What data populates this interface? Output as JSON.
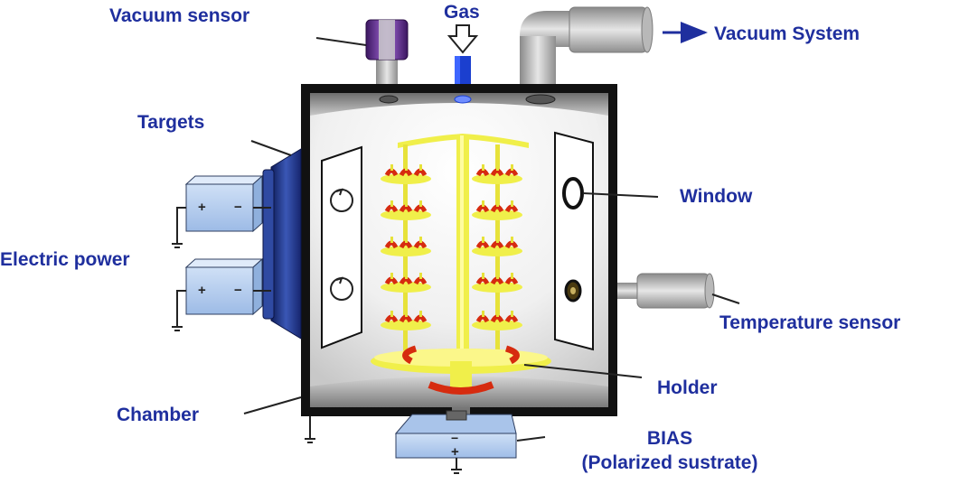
{
  "labels": {
    "vacuum_sensor": "Vacuum sensor",
    "gas": "Gas",
    "vacuum_system": "Vacuum System",
    "targets": "Targets",
    "window": "Window",
    "electric_power": "Electric power",
    "temperature_sensor": "Temperature sensor",
    "holder": "Holder",
    "chamber": "Chamber",
    "bias_line1": "BIAS",
    "bias_line2": "(Polarized sustrate)"
  },
  "power_supply_signs": {
    "plus": "+",
    "minus": "−"
  },
  "bias_signs": {
    "minus": "−",
    "plus": "+"
  },
  "colors": {
    "label_text": "#1f2f9e",
    "chamber_frame": "#111111",
    "target": "#1e2f7a",
    "holder": "#f0ef4a",
    "arrow": "#d62b0f",
    "power_box": "#bcd3f0",
    "vacuum_sensor_cap": "#6a2a9a",
    "gas_tube": "#1b3fcf"
  }
}
